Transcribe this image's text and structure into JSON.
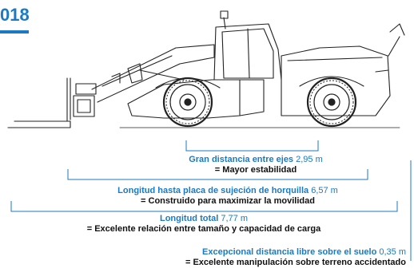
{
  "header": {
    "model_suffix": "018"
  },
  "colors": {
    "accent": "#1a7ac4",
    "text": "#111111",
    "line": "#1a7ac4"
  },
  "dimensions": [
    {
      "label": "Gran distancia entre ejes",
      "value": "2,95 m",
      "benefit": "= Mayor estabilidad"
    },
    {
      "label": "Longitud hasta placa de sujeción de horquilla",
      "value": "6,57 m",
      "benefit": "= Construido para maximizar la movilidad"
    },
    {
      "label": "Longitud total",
      "value": "7,77 m",
      "benefit": "= Excelente relación entre tamaño y capacidad de carga"
    },
    {
      "label": "Excepcional distancia libre sobre el suelo",
      "value": "0,35 m",
      "benefit": "= Excelente manipulación sobre terreno accidentado"
    }
  ],
  "illustration": {
    "icon": "telehandler-line-drawing"
  }
}
